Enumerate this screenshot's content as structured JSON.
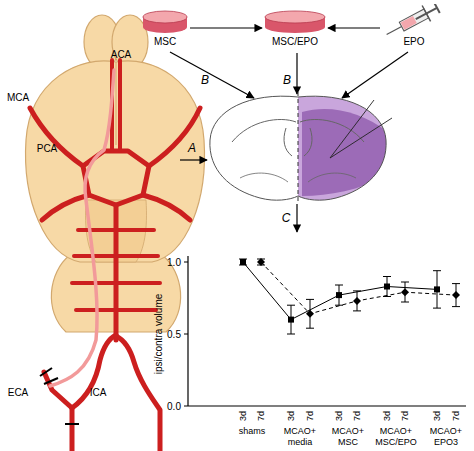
{
  "diagram": {
    "nodes": [
      {
        "text": [
          "MSC"
        ]
      },
      {
        "text": [
          "MSC/EPO"
        ]
      },
      {
        "text": [
          "EPO"
        ]
      }
    ],
    "edges": [
      {
        "from": 0,
        "to": 1,
        "arrow": "to"
      },
      {
        "from": 2,
        "to": 1,
        "arrow": "to"
      }
    ],
    "labels": [
      "MCA",
      "ACA",
      "PCA",
      "ICA",
      "ECA",
      "A",
      "B",
      "B",
      "C",
      "1.0",
      "0.5",
      "0.0",
      "ipsi/contra volume",
      "3d",
      "7d",
      "3d",
      "7d",
      "3d",
      "7d",
      "3d",
      "7d",
      "3d",
      "7d",
      "shams",
      "MCAO+ media",
      "MCAO+ MSC",
      "MCAO+ MSC/EPO",
      "MCAO+ EPO3"
    ]
  }
}
